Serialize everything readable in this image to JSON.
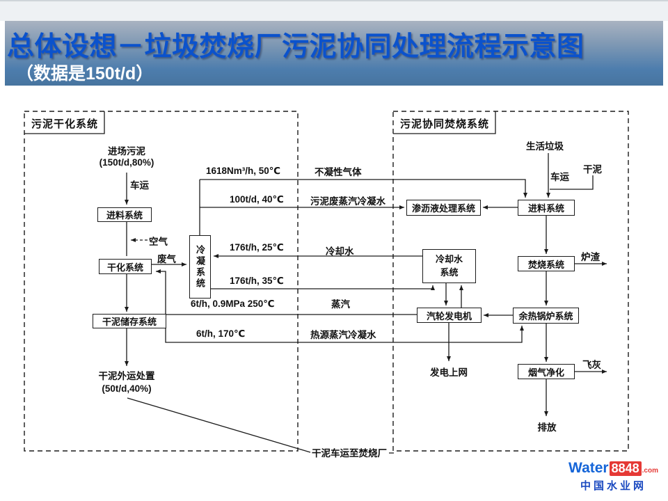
{
  "header": {
    "title": "总体设想－垃圾焚烧厂污泥协同处理流程示意图",
    "subtitle": "（数据是150t/d）"
  },
  "diagram": {
    "systems": {
      "drying": "污泥干化系统",
      "co_incineration": "污泥协同焚烧系统"
    },
    "nodes": {
      "feed_left": "进料系统",
      "drying": "干化系统",
      "condensing": "冷凝系统",
      "dry_storage": "干泥储存系统",
      "leachate": "渗沥液处理系统",
      "cooling": "冷却水系统",
      "turbine": "汽轮发电机",
      "feed_right": "进料系统",
      "incinerator": "焚烧系统",
      "boiler": "余热锅炉系统",
      "flue_gas_clean": "烟气净化"
    },
    "labels": {
      "incoming_sludge": "进场污泥",
      "incoming_sludge_data": "(150t/d,80%)",
      "truck_left": "车运",
      "air": "空气",
      "waste_gas": "废气",
      "dry_out": "干泥外运处置",
      "dry_out_data": "(50t/d,40%)",
      "flow_gas": "1618Nm³/h, 50℃",
      "noncondensable": "不凝性气体",
      "flow_condensate": "100t/d, 40℃",
      "sludge_steam_condensate": "污泥废蒸汽冷凝水",
      "flow_cw_supply": "176t/h, 25℃",
      "cooling_water": "冷却水",
      "flow_cw_return": "176t/h, 35℃",
      "flow_steam": "6t/h, 0.9MPa 250℃",
      "steam": "蒸汽",
      "flow_heat_condensate": "6t/h, 170℃",
      "heat_source_condensate": "热源蒸汽冷凝水",
      "power_to_grid": "发电上网",
      "msw": "生活垃圾",
      "truck_right": "车运",
      "dry_mud": "干泥",
      "slag": "炉渣",
      "fly_ash": "飞灰",
      "discharge": "排放",
      "bottom_note": "干泥车运至焚烧厂"
    }
  },
  "footer": {
    "brand_water": "Water",
    "brand_8848": "8848",
    "brand_com": ".com",
    "brand_cn": "中国水业网"
  }
}
